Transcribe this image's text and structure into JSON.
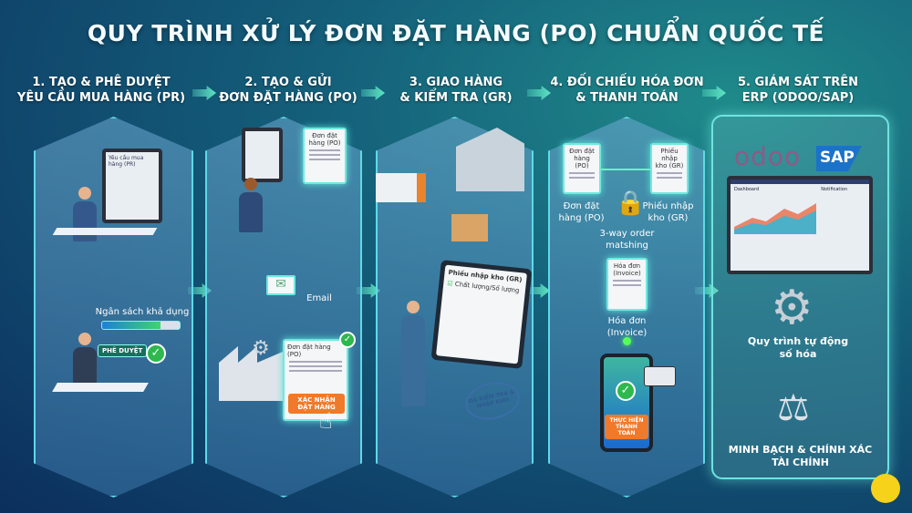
{
  "title": "QUY TRÌNH XỬ LÝ ĐƠN ĐẶT HÀNG (PO) CHUẨN QUỐC TẾ",
  "steps": [
    {
      "l1": "1. TẠO & PHÊ DUYỆT",
      "l2": "YÊU CẦU MUA HÀNG (PR)"
    },
    {
      "l1": "2. TẠO & GỬI",
      "l2": "ĐƠN ĐẶT HÀNG (PO)"
    },
    {
      "l1": "3. GIAO HÀNG",
      "l2": "& KIỂM TRA (GR)"
    },
    {
      "l1": "4. ĐỐI CHIẾU HÓA ĐƠN",
      "l2": "& THANH TOÁN"
    },
    {
      "l1": "5. GIÁM SÁT TRÊN",
      "l2": "ERP (ODOO/SAP)"
    }
  ],
  "panel1": {
    "screen_title": "Yêu cầu mua hàng (PR)",
    "budget_label": "Ngân sách khả dụng",
    "budget_fill": 0.75,
    "approve": "PHÊ DUYỆT"
  },
  "panel2": {
    "doc_title": "Đơn đặt hàng (PO)",
    "email": "Email",
    "po_doc": "Đơn đặt hàng (PO)",
    "confirm": "XÁC NHẬN ĐẶT HÀNG"
  },
  "panel3": {
    "gr_doc": "Phiếu nhập kho (GR)",
    "gr_item": "Chất lượng/Số lượng",
    "stamp": "ĐÃ KIỂM TRA & NHẬP KHO"
  },
  "panel4": {
    "po_doc": "Đơn đặt hàng (PO)",
    "po_label": "Đơn đặt hàng (PO)",
    "gr_doc": "Phiếu nhập kho (GR)",
    "gr_label": "Phiếu nhập kho (GR)",
    "matching": "3-way order matshing",
    "inv_doc": "Hóa đơn (Invoice)",
    "inv_label": "Hóa đơn (Invoice)",
    "pay": "THỰC HIỆN THANH TOÁN"
  },
  "panel5": {
    "odoo": "odoo",
    "sap": "SAP",
    "dashboard": "Dashboard",
    "notification": "Notification",
    "auto": "Quy trình tự động số hóa",
    "transparency": "MINH BẠCH & CHÍNH XÁC TÀI CHÍNH"
  },
  "colors": {
    "accent": "#5fd9e8",
    "check": "#2eb84e",
    "button": "#f07a2a",
    "odoo": "#8f5a86",
    "sap": "#1a73c8"
  }
}
